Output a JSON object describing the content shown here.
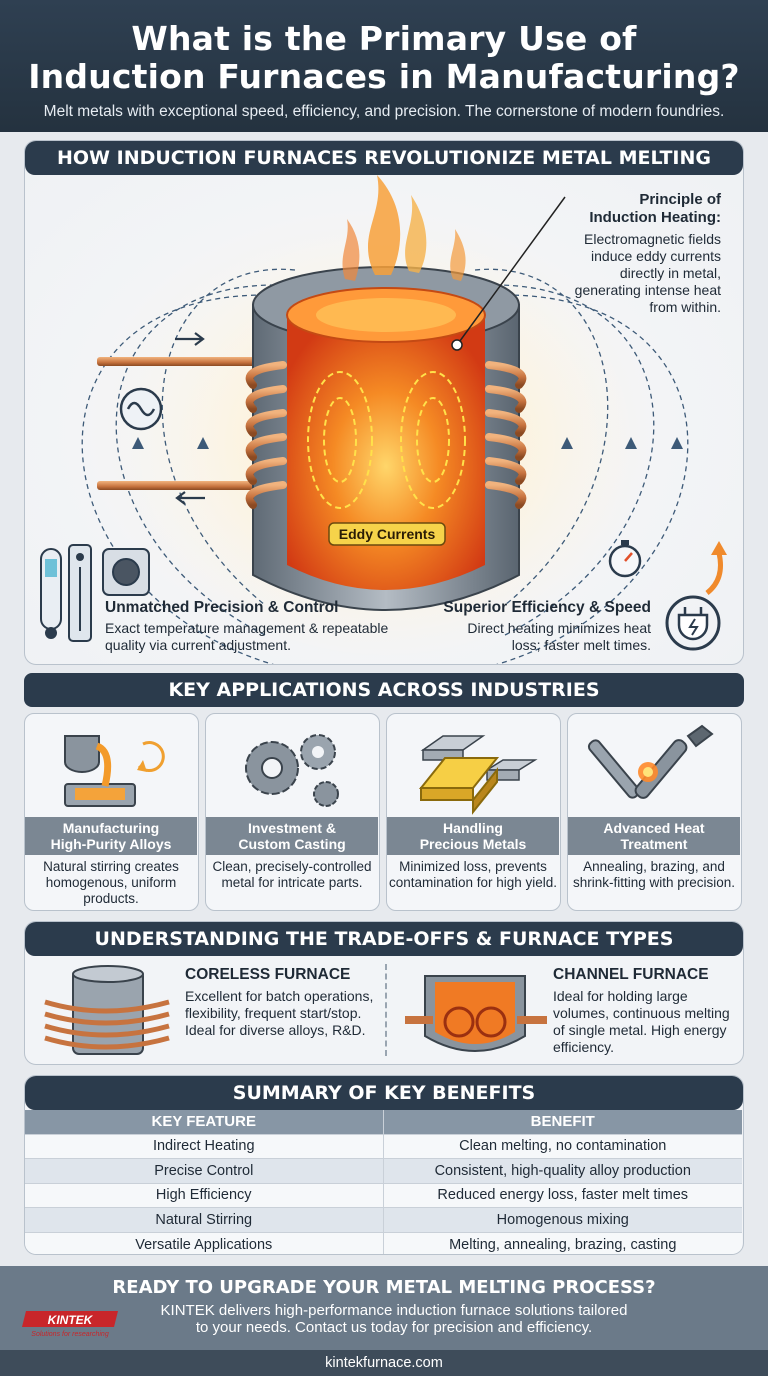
{
  "header": {
    "title_line1": "What is the Primary Use of",
    "title_line2": "Induction Furnaces in Manufacturing?",
    "subtitle": "Melt metals with exceptional speed, efficiency, and precision. The cornerstone of modern foundries."
  },
  "how": {
    "title": "HOW INDUCTION FURNACES REVOLUTIONIZE METAL MELTING",
    "principle_title_1": "Principle of",
    "principle_title_2": "Induction Heating:",
    "principle_text": "Electromagnetic fields induce eddy currents directly in metal, generating intense heat from within.",
    "eddy_label": "Eddy Currents",
    "precision_title": "Unmatched Precision & Control",
    "precision_text": "Exact temperature management & repeatable quality via current adjustment.",
    "efficiency_title": "Superior Efficiency & Speed",
    "efficiency_text": "Direct heating minimizes heat loss; faster melt times."
  },
  "apps": {
    "title": "KEY APPLICATIONS ACROSS INDUSTRIES",
    "items": [
      {
        "cap1": "Manufacturing",
        "cap2": "High-Purity Alloys",
        "desc": "Natural stirring creates homogenous, uniform products."
      },
      {
        "cap1": "Investment &",
        "cap2": "Custom Casting",
        "desc": "Clean, precisely-controlled metal for intricate parts."
      },
      {
        "cap1": "Handling",
        "cap2": "Precious Metals",
        "desc": "Minimized loss, prevents contamination for high yield."
      },
      {
        "cap1": "Advanced Heat",
        "cap2": "Treatment",
        "desc": "Annealing, brazing, and shrink-fitting with precision."
      }
    ]
  },
  "types": {
    "title": "UNDERSTANDING THE TRADE-OFFS & FURNACE TYPES",
    "coreless_title": "CORELESS FURNACE",
    "coreless_text": "Excellent for batch operations, flexibility, frequent start/stop. Ideal for diverse alloys, R&D.",
    "channel_title": "CHANNEL FURNACE",
    "channel_text": "Ideal for holding large volumes, continuous melting of single metal. High energy efficiency."
  },
  "summary": {
    "title": "SUMMARY OF KEY BENEFITS",
    "col1": "KEY FEATURE",
    "col2": "BENEFIT",
    "rows": [
      {
        "feature": "Indirect Heating",
        "benefit": "Clean melting, no contamination"
      },
      {
        "feature": "Precise Control",
        "benefit": "Consistent, high-quality alloy production"
      },
      {
        "feature": "High Efficiency",
        "benefit": "Reduced energy loss, faster melt times"
      },
      {
        "feature": "Natural Stirring",
        "benefit": "Homogenous mixing"
      },
      {
        "feature": "Versatile Applications",
        "benefit": "Melting, annealing, brazing, casting"
      }
    ]
  },
  "cta": {
    "title": "READY TO UPGRADE YOUR METAL MELTING PROCESS?",
    "text_line1": "KINTEK delivers high-performance induction furnace solutions tailored",
    "text_line2": "to your needs. Contact us today for precision and efficiency.",
    "logo_text": "KINTEK",
    "logo_tagline": "Solutions for researching"
  },
  "footer": {
    "url": "kintekfurnace.com"
  },
  "colors": {
    "navy": "#2b3b4c",
    "copper": "#c7733f",
    "molten": "#f06a1c",
    "gold": "#f2c230"
  }
}
